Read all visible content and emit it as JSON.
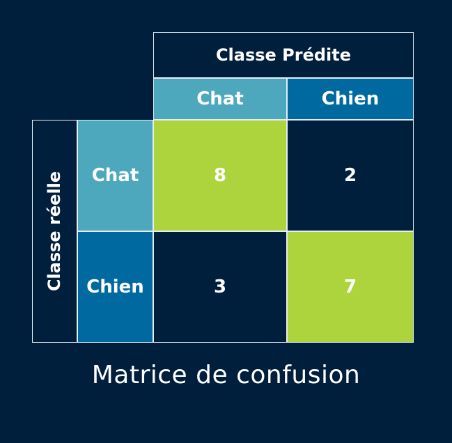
{
  "matrix": {
    "predicted_header": "Classe Prédite",
    "actual_header": "Classe réelle",
    "predicted_labels": [
      "Chat",
      "Chien"
    ],
    "actual_labels": [
      "Chat",
      "Chien"
    ],
    "values": [
      [
        "8",
        "2"
      ],
      [
        "3",
        "7"
      ]
    ],
    "colors": {
      "background": "#001f3d",
      "chat_header": "#4ea8bd",
      "chien_header": "#006aa0",
      "correct_cell": "#add33d",
      "border": "#e6edf3"
    }
  },
  "caption": "Matrice de confusion"
}
